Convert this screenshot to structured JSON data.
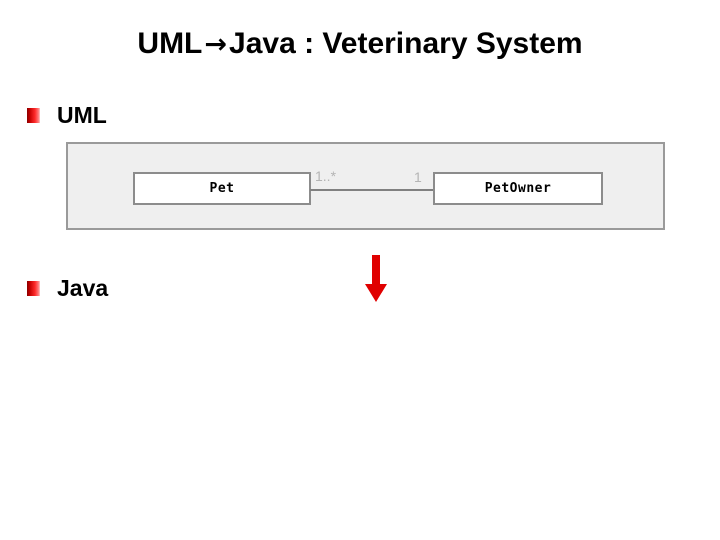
{
  "slide": {
    "title_part1": "UML",
    "title_arrow": "→",
    "title_part2": "Java : Veterinary System"
  },
  "bullets": [
    {
      "label": "UML",
      "marker": "red-square-bullet-icon"
    },
    {
      "label": "Java",
      "marker": "red-square-bullet-icon"
    }
  ],
  "uml_diagram": {
    "classes": [
      {
        "name": "Pet"
      },
      {
        "name": "PetOwner"
      }
    ],
    "association": {
      "source_multiplicity": "1..*",
      "target_multiplicity": "1"
    }
  },
  "transform_arrow": {
    "icon": "down-arrow-icon",
    "color": "#E00000"
  },
  "colors": {
    "bullet_dark": "#8a0000",
    "bullet_bright": "#ff2b2b",
    "arrow_red": "#E00000",
    "panel_fill": "#efefef",
    "panel_border": "#9a9a9a",
    "class_border": "#8c8c8c",
    "assoc_line": "#808080",
    "multiplicity_text": "#b4b4b4",
    "text": "#000000",
    "background": "#ffffff"
  }
}
